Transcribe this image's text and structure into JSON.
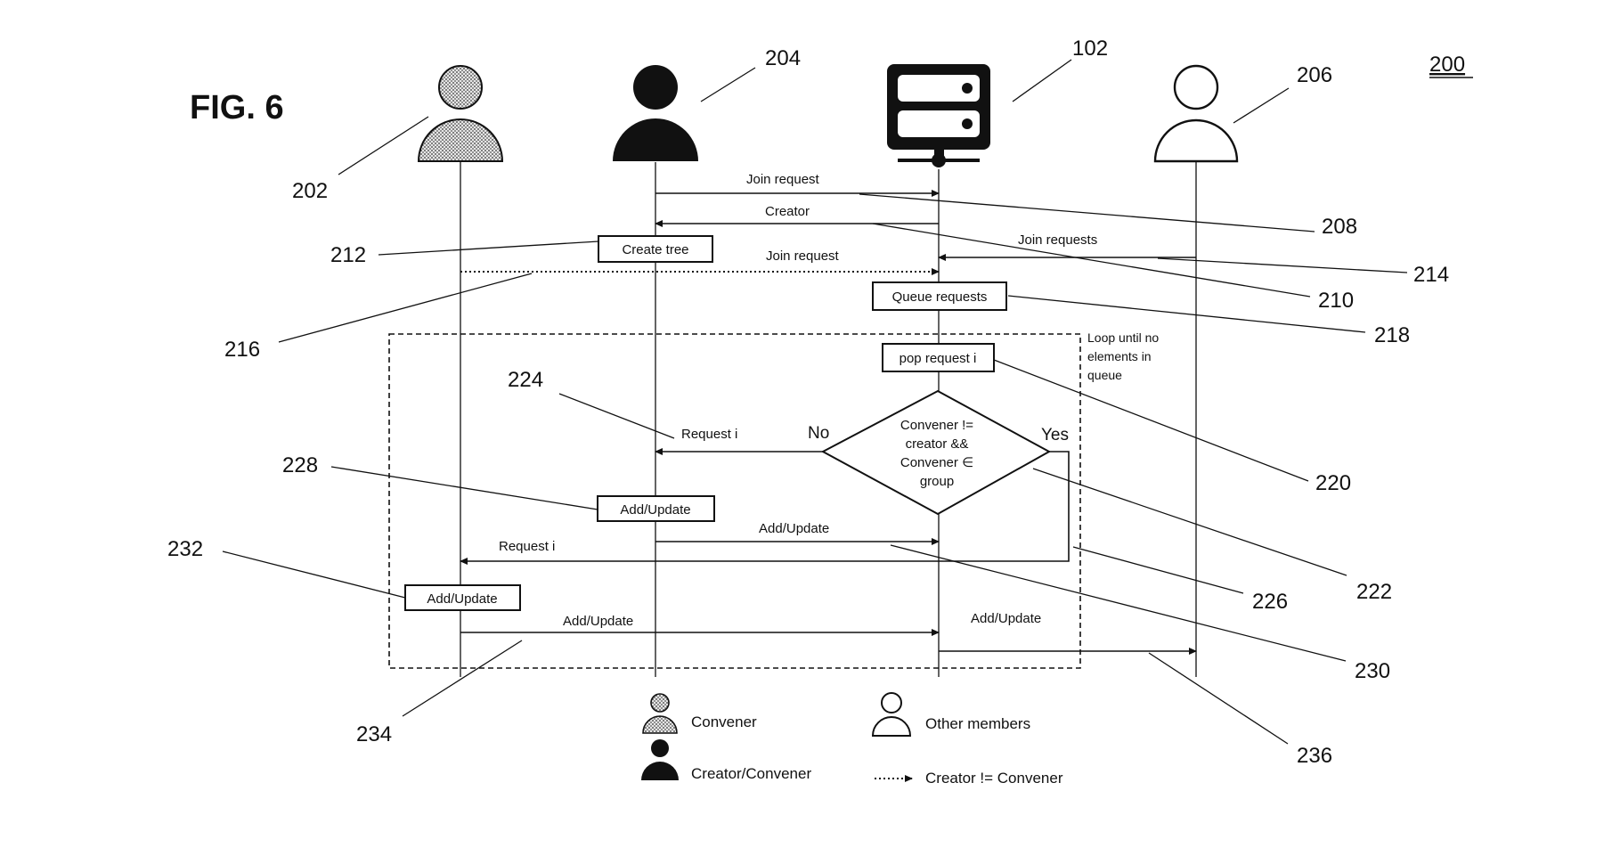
{
  "figure": {
    "title": "FIG. 6",
    "number": "200"
  },
  "participants": {
    "convener_ref": "202",
    "creator_ref": "204",
    "server_ref": "102",
    "other_ref": "206"
  },
  "messages": {
    "join_request_1": "Join request",
    "creator": "Creator",
    "join_requests": "Join requests",
    "join_request_2": "Join request",
    "request_i_left": "Request i",
    "request_i_bottom": "Request i",
    "add_update_msg_1": "Add/Update",
    "add_update_msg_2": "Add/Update",
    "add_update_msg_3": "Add/Update"
  },
  "boxes": {
    "create_tree": "Create tree",
    "queue_requests": "Queue requests",
    "pop_request": "pop request i",
    "add_update_creator": "Add/Update",
    "add_update_convener": "Add/Update"
  },
  "decision": {
    "line1": "Convener  !=",
    "line2": "creator &&",
    "line3": "Convener ∈",
    "line4": "group",
    "no": "No",
    "yes": "Yes"
  },
  "loop": {
    "line1": "Loop until no",
    "line2": "elements in",
    "line3": "queue"
  },
  "refs": {
    "r208": "208",
    "r210": "210",
    "r212": "212",
    "r214": "214",
    "r216": "216",
    "r218": "218",
    "r220": "220",
    "r222": "222",
    "r224": "224",
    "r226": "226",
    "r228": "228",
    "r230": "230",
    "r232": "232",
    "r234": "234",
    "r236": "236"
  },
  "legend": {
    "convener": "Convener",
    "creator_convener": "Creator/Convener",
    "other_members": "Other members",
    "creator_not_convener": "Creator != Convener"
  }
}
